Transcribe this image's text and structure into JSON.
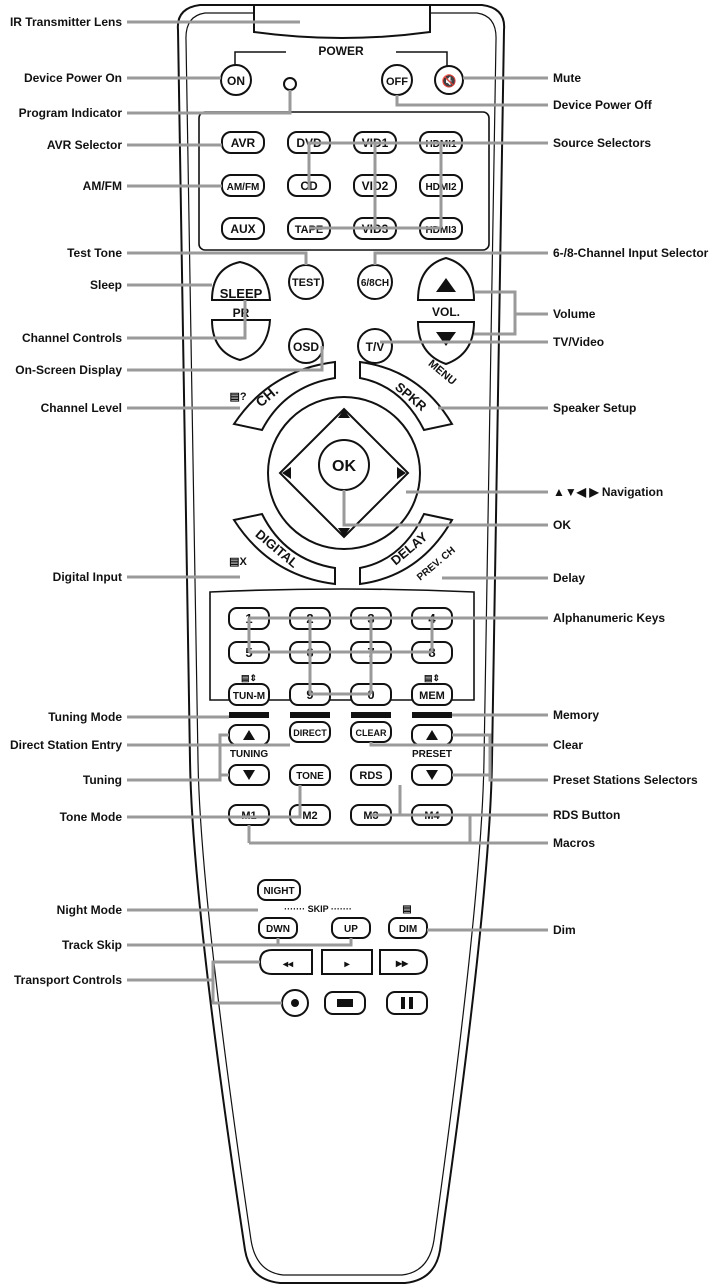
{
  "callouts": {
    "ir_lens": "IR Transmitter Lens",
    "device_power_on": "Device Power On",
    "program_indicator": "Program Indicator",
    "avr_selector": "AVR Selector",
    "am_fm": "AM/FM",
    "test_tone": "Test Tone",
    "sleep": "Sleep",
    "channel_controls": "Channel Controls",
    "osd": "On-Screen Display",
    "channel_level": "Channel Level",
    "digital_input": "Digital Input",
    "tuning_mode": "Tuning Mode",
    "direct_entry": "Direct Station Entry",
    "tuning": "Tuning",
    "tone_mode": "Tone Mode",
    "night_mode": "Night Mode",
    "track_skip": "Track Skip",
    "transport": "Transport Controls",
    "mute": "Mute",
    "device_power_off": "Device Power Off",
    "source_selectors": "Source Selectors",
    "channel_input_selector": "6-/8-Channel Input Selector",
    "volume": "Volume",
    "tv_video": "TV/Video",
    "speaker_setup": "Speaker Setup",
    "navigation": "▲▼◀ ▶ Navigation",
    "ok": "OK",
    "delay": "Delay",
    "alphanumeric": "Alphanumeric Keys",
    "memory": "Memory",
    "clear": "Clear",
    "preset": "Preset Stations Selectors",
    "rds": "RDS Button",
    "macros": "Macros",
    "dim": "Dim"
  },
  "remote": {
    "power_title": "POWER",
    "on": "ON",
    "off": "OFF",
    "sources": [
      "AVR",
      "DVD",
      "VID1",
      "HDMI1",
      "AM/FM",
      "CD",
      "VID2",
      "HDMI2",
      "AUX",
      "TAPE",
      "VID3",
      "HDMI3"
    ],
    "test": "TEST",
    "ch68": "6/8CH",
    "sleep": "SLEEP",
    "pr": "PR",
    "osd": "OSD",
    "tv": "T/V",
    "vol": "VOL.",
    "ch": "CH.",
    "spkr": "SPKR",
    "menu": "MENU",
    "ok": "OK",
    "digital": "DIGITAL",
    "delay": "DELAY",
    "prevch": "PREV. CH",
    "numbers": [
      "1",
      "2",
      "3",
      "4",
      "5",
      "6",
      "7",
      "8"
    ],
    "tunm": "TUN-M",
    "nine": "9",
    "zero": "0",
    "mem": "MEM",
    "direct": "DIRECT",
    "clear": "CLEAR",
    "tuning": "TUNING",
    "preset": "PRESET",
    "tone": "TONE",
    "rds": "RDS",
    "macros": [
      "M1",
      "M2",
      "M3",
      "M4"
    ],
    "night": "NIGHT",
    "skip": "······· SKIP ·······",
    "dwn": "DWN",
    "up": "UP",
    "dim": "DIM",
    "mute_icon": "🔇"
  }
}
